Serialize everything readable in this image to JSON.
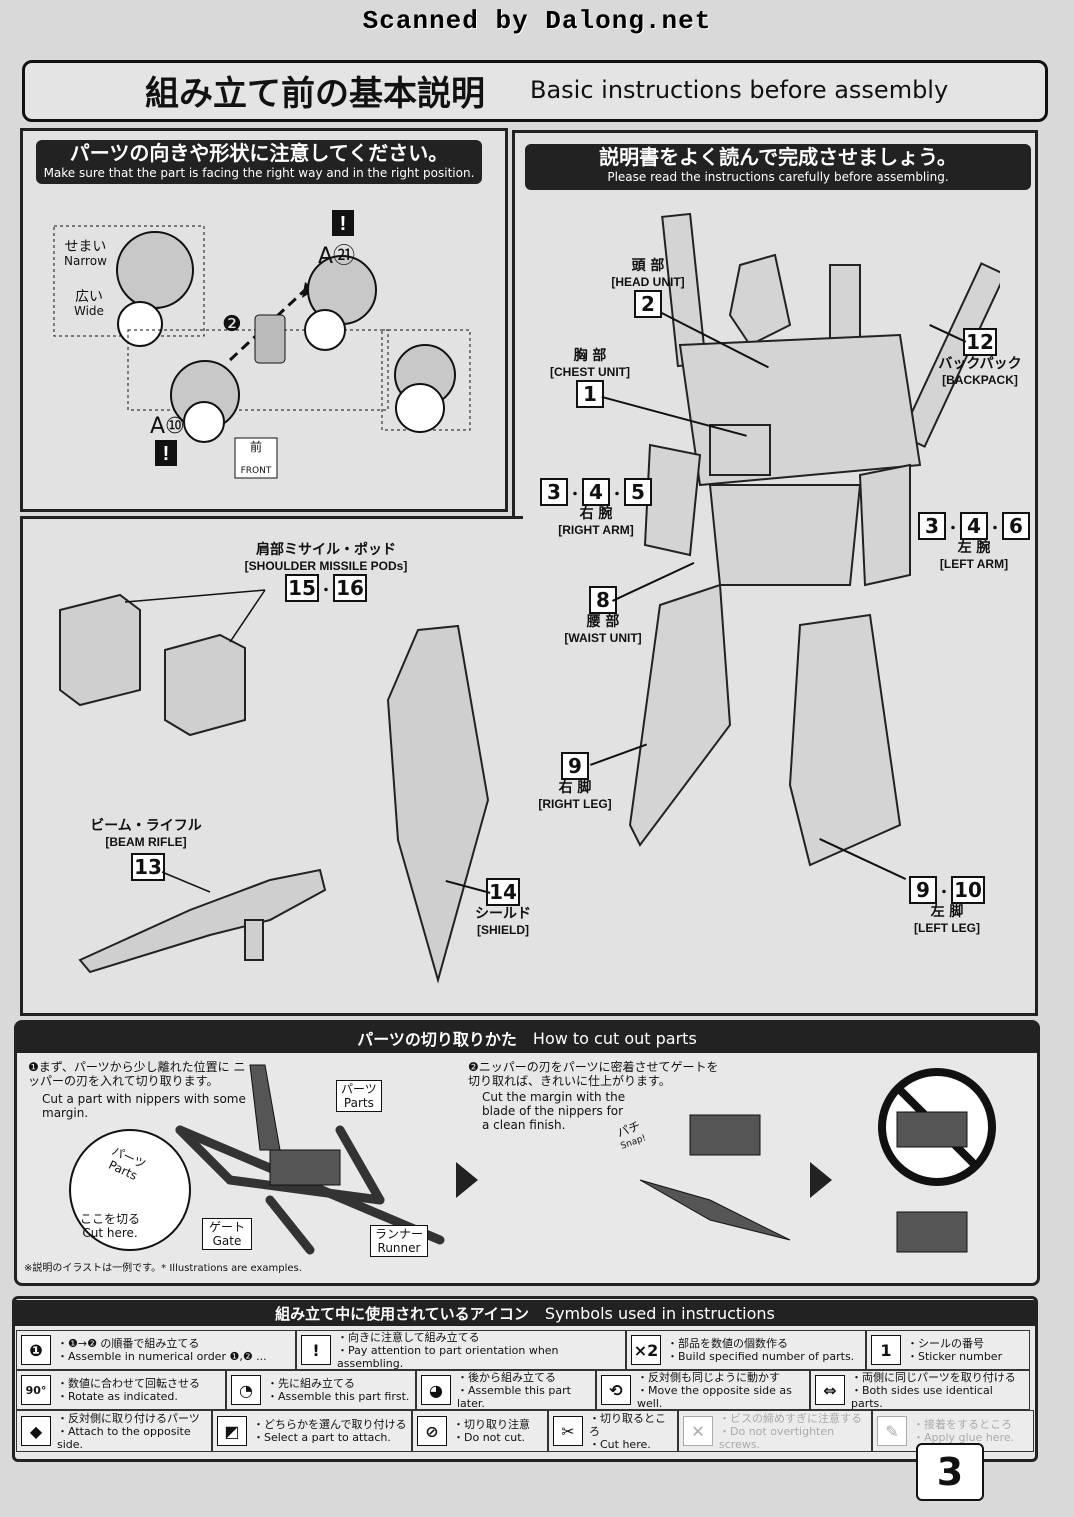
{
  "watermark": "Scanned by Dalong.net",
  "title": {
    "jp": "組み立て前の基本説明",
    "en": "Basic instructions before assembly"
  },
  "left_panel": {
    "header_jp": "パーツの向きや形状に注意してください。",
    "header_en": "Make sure that the part is facing the right way and in the right position.",
    "narrow_jp": "せまい",
    "narrow_en": "Narrow",
    "wide_jp": "広い",
    "wide_en": "Wide",
    "marker_a21": "A㉑",
    "marker_a10": "A⑩",
    "front_jp": "前",
    "front_en": "FRONT",
    "step": "❷",
    "attention": "!"
  },
  "right_panel": {
    "header_jp": "説明書をよく読んで完成させましょう。",
    "header_en": "Please read the instructions carefully before assembling."
  },
  "parts": {
    "head": {
      "jp": "頭 部",
      "en": "[HEAD UNIT]",
      "nums": [
        "2"
      ]
    },
    "chest": {
      "jp": "胸 部",
      "en": "[CHEST UNIT]",
      "nums": [
        "1"
      ]
    },
    "backpack": {
      "jp": "バックパック",
      "en": "[BACKPACK]",
      "nums": [
        "12"
      ]
    },
    "right_arm": {
      "jp": "右 腕",
      "en": "[RIGHT ARM]",
      "nums": [
        "3",
        "4",
        "5"
      ]
    },
    "left_arm": {
      "jp": "左 腕",
      "en": "[LEFT ARM]",
      "nums": [
        "3",
        "4",
        "6"
      ]
    },
    "waist": {
      "jp": "腰 部",
      "en": "[WAIST UNIT]",
      "nums": [
        "8"
      ]
    },
    "right_leg": {
      "jp": "右 脚",
      "en": "[RIGHT LEG]",
      "nums": [
        "9"
      ]
    },
    "left_leg": {
      "jp": "左 脚",
      "en": "[LEFT LEG]",
      "nums": [
        "9",
        "10"
      ]
    },
    "missile": {
      "jp": "肩部ミサイル・ポッド",
      "en": "[SHOULDER MISSILE PODs]",
      "nums": [
        "15",
        "16"
      ]
    },
    "rifle": {
      "jp": "ビーム・ライフル",
      "en": "[BEAM RIFLE]",
      "nums": [
        "13"
      ]
    },
    "shield": {
      "jp": "シールド",
      "en": "[SHIELD]",
      "nums": [
        "14"
      ]
    },
    "separator": "・"
  },
  "cut": {
    "header_jp": "パーツの切り取りかた",
    "header_en": "How to cut out parts",
    "step1_jp": "❶まず、パーツから少し離れた位置に ニッパーの刃を入れて切り取ります。",
    "step1_en": "Cut a part with nippers with some margin.",
    "parts_jp": "パーツ",
    "parts_en": "Parts",
    "parts2_jp": "パーツ",
    "parts2_en": "Parts",
    "cut_here_jp": "ここを切る",
    "cut_here_en": "Cut here.",
    "gate_jp": "ゲート",
    "gate_en": "Gate",
    "runner_jp": "ランナー",
    "runner_en": "Runner",
    "step2_jp": "❷ニッパーの刃をパーツに密着させてゲートを 切り取れば、きれいに仕上がります。",
    "step2_en": "Cut the margin with the blade of the nippers for a clean finish.",
    "snap_jp": "パチ",
    "snap_en": "Snap!",
    "footnote": "※説明のイラストは一例です。* Illustrations are examples."
  },
  "symbols": {
    "header_jp": "組み立て中に使用されているアイコン",
    "header_en": "Symbols used in instructions",
    "rows": [
      [
        {
          "icon": "❶",
          "jp": "・❶→❷ の順番で組み立てる",
          "en": "・Assemble in numerical order ❶,❷ ..."
        },
        {
          "icon": "!",
          "jp": "・向きに注意して組み立てる",
          "en": "・Pay attention to part orientation when assembling."
        },
        {
          "icon": "×2",
          "jp": "・部品を数値の個数作る",
          "en": "・Build specified number of parts."
        },
        {
          "icon": "1",
          "jp": "・シールの番号",
          "en": "・Sticker number"
        }
      ],
      [
        {
          "icon": "90°",
          "jp": "・数値に合わせて回転させる",
          "en": "・Rotate as indicated."
        },
        {
          "icon": "◔",
          "jp": "・先に組み立てる",
          "en": "・Assemble this part first."
        },
        {
          "icon": "◕",
          "jp": "・後から組み立てる",
          "en": "・Assemble this part later."
        },
        {
          "icon": "⟲",
          "jp": "・反対側も同じように動かす",
          "en": "・Move the opposite side as well."
        },
        {
          "icon": "⇔",
          "jp": "・両側に同じパーツを取り付ける",
          "en": "・Both sides use identical parts."
        }
      ],
      [
        {
          "icon": "◆",
          "jp": "・反対側に取り付けるパーツ",
          "en": "・Attach to the opposite side."
        },
        {
          "icon": "◩",
          "jp": "・どちらかを選んで取り付ける",
          "en": "・Select a part to attach."
        },
        {
          "icon": "⊘",
          "jp": "・切り取り注意",
          "en": "・Do not cut."
        },
        {
          "icon": "✂",
          "jp": "・切り取るところ",
          "en": "・Cut here."
        },
        {
          "icon": "✕",
          "jp": "・ビスの締めすぎに注意する",
          "en": "・Do not overtighten screws.",
          "faded": true
        },
        {
          "icon": "✎",
          "jp": "・接着をするところ",
          "en": "・Apply glue here.",
          "faded": true
        }
      ]
    ]
  },
  "page_number": "3"
}
